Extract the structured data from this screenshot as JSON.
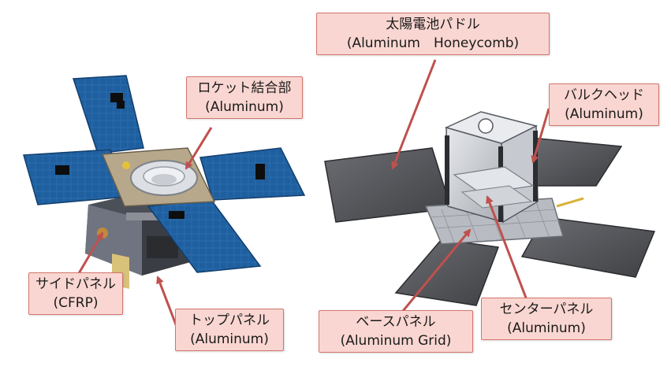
{
  "labels": {
    "rocket_adapter": {
      "jp": "ロケット結合部",
      "en": "(Aluminum)"
    },
    "side_panel": {
      "jp": "サイドパネル",
      "en": "(CFRP)"
    },
    "top_panel": {
      "jp": "トップパネル",
      "en": "(Aluminum)"
    },
    "solar_paddle": {
      "jp": "太陽電池パドル",
      "en": "(Aluminum　Honeycomb)"
    },
    "bulkhead": {
      "jp": "バルクヘッド",
      "en": "(Aluminum)"
    },
    "base_panel": {
      "jp": "ベースパネル",
      "en": "(Aluminum Grid)"
    },
    "center_panel": {
      "jp": "センターパネル",
      "en": "(Aluminum)"
    }
  },
  "colors": {
    "label_fill": "#f9d6d1",
    "label_border": "#d2766c",
    "arrow": "#c0504d",
    "solar_blue": "#1f5f9f",
    "grey_panel": "#5a5c60"
  }
}
